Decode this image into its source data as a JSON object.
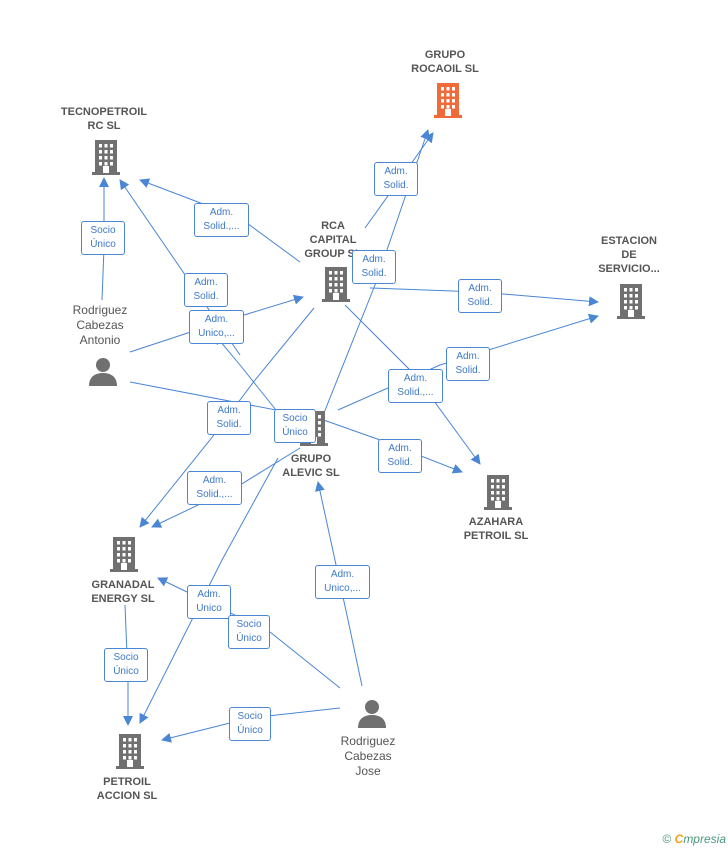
{
  "colors": {
    "edge": "#4a86d4",
    "company": "#707070",
    "highlight": "#f06a3a",
    "person": "#707070"
  },
  "nodes": [
    {
      "id": "rocaoil",
      "type": "company",
      "highlight": true,
      "label": "GRUPO\nROCAOIL  SL"
    },
    {
      "id": "tecnopetroil",
      "type": "company",
      "label": "TECNOPETROIL\nRC  SL"
    },
    {
      "id": "rca",
      "type": "company",
      "label": "RCA\nCAPITAL\nGROUP  SL"
    },
    {
      "id": "estacion",
      "type": "company",
      "label": "ESTACION\nDE\nSERVICIO..."
    },
    {
      "id": "antonio",
      "type": "person",
      "label": "Rodriguez\nCabezas\nAntonio"
    },
    {
      "id": "alevic",
      "type": "company",
      "label": "GRUPO\nALEVIC  SL"
    },
    {
      "id": "azahara",
      "type": "company",
      "label": "AZAHARA\nPETROIL  SL"
    },
    {
      "id": "granadal",
      "type": "company",
      "label": "GRANADAL\nENERGY  SL"
    },
    {
      "id": "petroil",
      "type": "company",
      "label": "PETROIL\nACCION  SL"
    },
    {
      "id": "jose",
      "type": "person",
      "label": "Rodriguez\nCabezas\nJose"
    }
  ],
  "edge_labels": [
    "Adm.\nSolid.",
    "Adm.\nSolid.,...",
    "Socio\nÚnico",
    "Adm.\nSolid.",
    "Adm.\nSolid.",
    "Adm.\nSolid.",
    "Adm.\nUnico,...",
    "Adm.\nSolid.",
    "Adm.\nSolid.,...",
    "Adm.\nSolid.",
    "Socio\nÚnico",
    "Adm.\nSolid.",
    "Adm.\nSolid.,...",
    "Adm.\nUnico,...",
    "Adm.\nUnico",
    "Socio\nÚnico",
    "Socio\nÚnico",
    "Socio\nÚnico"
  ],
  "footer": {
    "copyright": "©",
    "brand_first": "C",
    "brand_rest": "mpresia"
  }
}
